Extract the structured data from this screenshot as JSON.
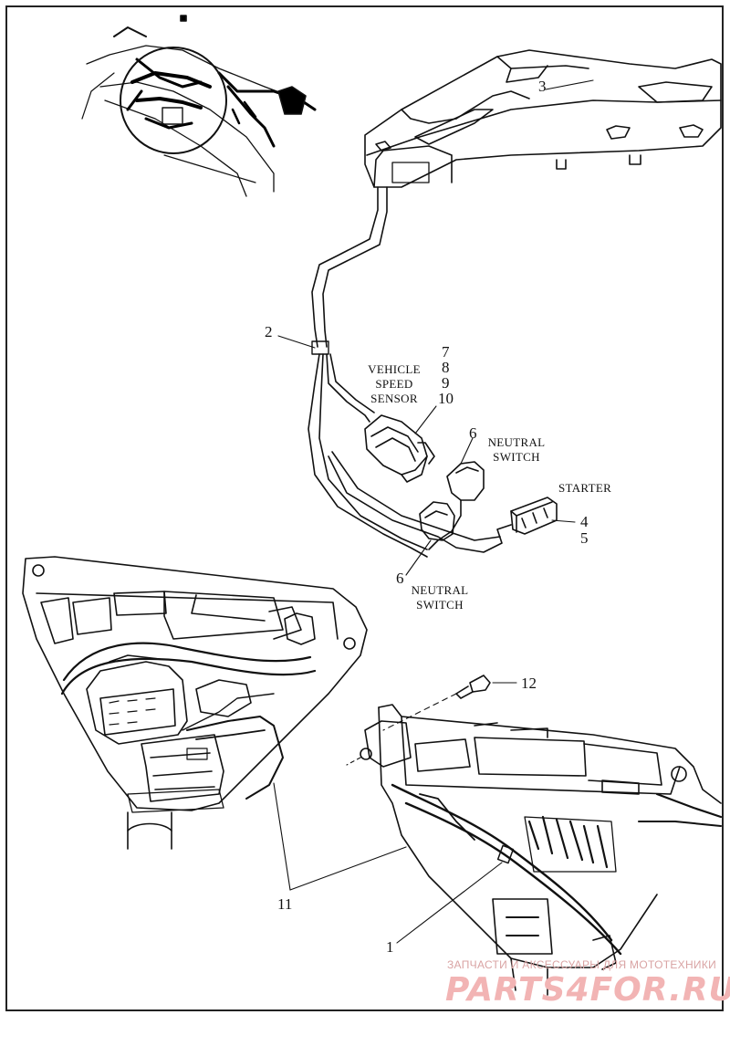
{
  "labels": {
    "n1": "1",
    "n2": "2",
    "n3": "3",
    "n4": "4",
    "n5": "5",
    "n6a": "6",
    "n6b": "6",
    "n7": "7",
    "n8": "8",
    "n9": "9",
    "n10": "10",
    "n11": "11",
    "n12": "12"
  },
  "captions": {
    "vss_line1": "VEHICLE",
    "vss_line2": "SPEED",
    "vss_line3": "SENSOR",
    "neutral_upper_1": "NEUTRAL",
    "neutral_upper_2": "SWITCH",
    "neutral_lower_1": "NEUTRAL",
    "neutral_lower_2": "SWITCH",
    "starter": "STARTER"
  },
  "watermark": {
    "tagline": "ЗАПЧАСТИ И АКСЕССУАРЫ ДЛЯ МОТОТЕХНИКИ",
    "logo": "PARTS4FOR.RU",
    "color": "#f2b4b4"
  }
}
